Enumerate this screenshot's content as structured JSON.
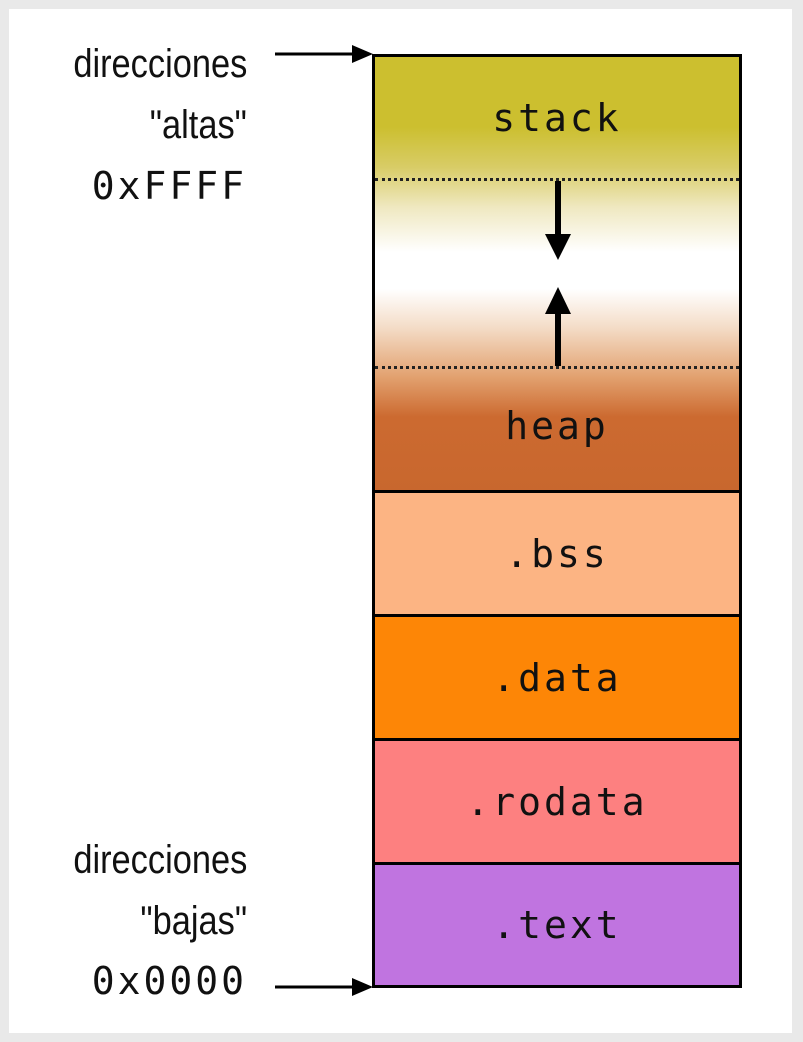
{
  "labels": {
    "high": {
      "line1": "direcciones",
      "line2": "\"altas\"",
      "address": "0xFFFF"
    },
    "low": {
      "line1": "direcciones",
      "line2": "\"bajas\"",
      "address": "0x0000"
    }
  },
  "segments": {
    "stack": "stack",
    "heap": "heap",
    "bss": ".bss",
    "data": ".data",
    "rodata": ".rodata",
    "text": ".text"
  },
  "colors": {
    "stack": "#ccbf2f",
    "heap": "#c8672e",
    "bss": "#fcb483",
    "data": "#fd8606",
    "rodata": "#fd8080",
    "text": "#c074e0",
    "background": "#e9e9e9"
  },
  "growth": {
    "stack_direction": "down",
    "heap_direction": "up"
  }
}
